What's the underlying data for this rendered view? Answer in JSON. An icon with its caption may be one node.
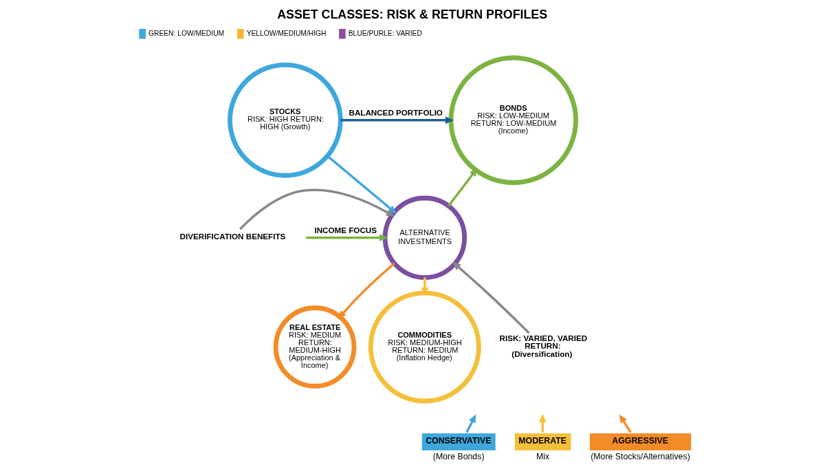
{
  "diagram": {
    "title": "ASSET CLASSES: RISK & RETURN PROFILES",
    "nodes": [
      {
        "text": [
          "STOCKS",
          "RISK: HIGH RETURN: HIGH (Growth)"
        ]
      },
      {
        "text": [
          "BONDS",
          "RISK: LOW-MEDIUM RETURN: LOW-MEDIUM (Income)"
        ]
      },
      {
        "text": [
          "DIVERIFICATION BENEFITS"
        ]
      },
      {
        "text": [
          "ALTERNATIVE INVESTMENTS"
        ]
      },
      {
        "text": [
          "REAL ESTATE",
          "RISK: MEDIUM RETURN: MEDIUM-HIGH (Appreciation & Income)"
        ]
      },
      {
        "text": [
          "RISK: VARIED, VARIED RETURN: (Diversification)"
        ]
      },
      {
        "text": [
          "COMMODITIES",
          "RISK: MEDIUM-HIGH RETURN: MEDIUM (Inflation Hedge)"
        ]
      },
      {
        "text": [
          "CONSERVATIVE"
        ],
        "beside": [
          "(More Bonds)"
        ]
      },
      {
        "text": [
          "MODERATE"
        ],
        "beside": [
          "Mix"
        ]
      },
      {
        "text": [
          "AGGRESSIVE"
        ],
        "beside": [
          "(More Stocks/Alternatives)"
        ]
      }
    ],
    "edges": [
      {
        "from": 0,
        "to": 1,
        "arrow": "to",
        "label": "BALANCED PORTFOLIO",
        "color": "#1f5f94"
      },
      {
        "from": 0,
        "to": 3,
        "arrow": "to",
        "color": "#3ea8dc"
      },
      {
        "from": 3,
        "to": 1,
        "arrow": "to",
        "color": "#7cb342"
      },
      {
        "from": null,
        "to": 3,
        "arrow": "to",
        "label": "INCOME FOCUS",
        "color": "#7cb342"
      },
      {
        "from": 2,
        "to": 3,
        "arrow": "to",
        "color": "#888888"
      },
      {
        "from": 3,
        "to": 4,
        "arrow": "to",
        "color": "#f28c28"
      },
      {
        "from": 3,
        "to": 6,
        "arrow": "to",
        "color": "#f5bf3a"
      },
      {
        "from": 5,
        "to": 3,
        "arrow": "to",
        "color": "#888888"
      },
      {
        "from": 7,
        "to": null,
        "arrow": "to",
        "color": "#3ea8dc"
      },
      {
        "from": 8,
        "to": null,
        "arrow": "to",
        "color": "#f5bf3a"
      },
      {
        "from": 9,
        "to": null,
        "arrow": "to",
        "color": "#f28c28"
      }
    ],
    "legend": [
      {
        "text": "GREEN: LOW/MEDIUM",
        "color": "#3ea8dc"
      },
      {
        "text": "YELLOW/MEDIUM/HIGH",
        "color": "#f5b731"
      },
      {
        "text": "BLUE/PURLE: VARIED",
        "color": "#8b4f9e"
      }
    ]
  }
}
